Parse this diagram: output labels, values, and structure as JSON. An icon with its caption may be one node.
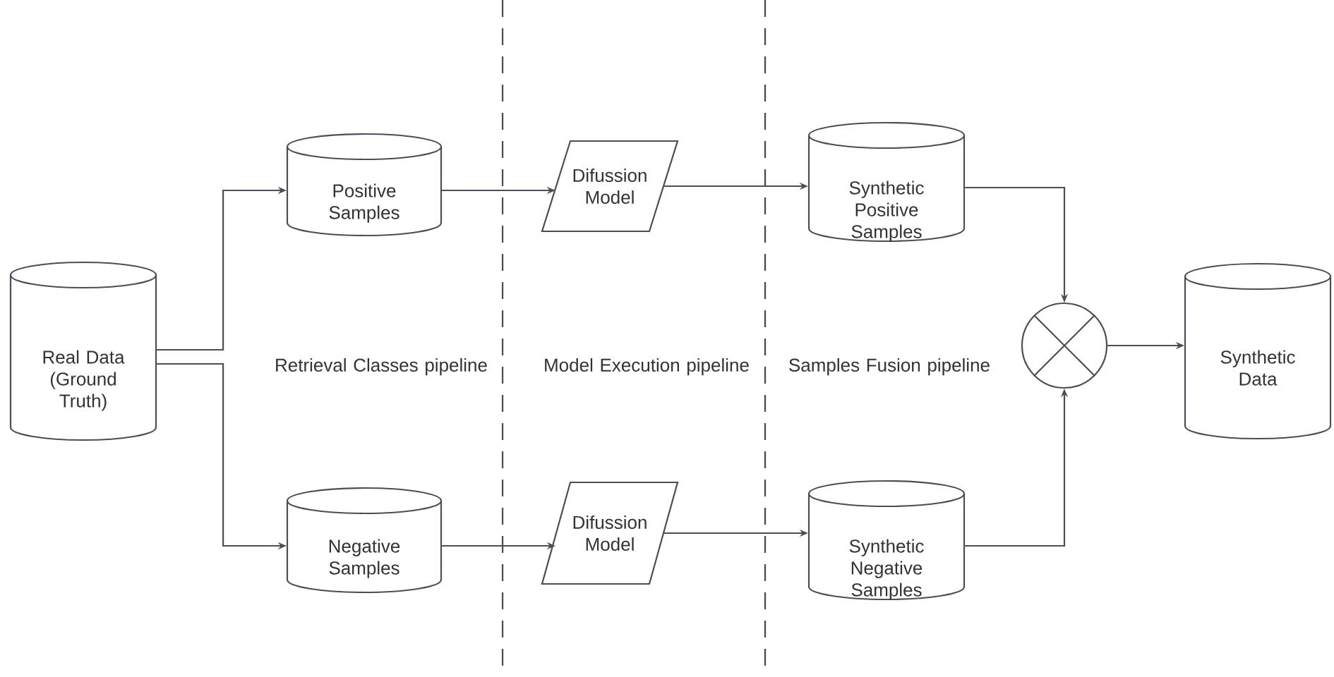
{
  "diagram": {
    "nodes": [
      {
        "text": [
          "Real Data (Ground Truth)"
        ]
      },
      {
        "text": [
          "Positive Samples"
        ]
      },
      {
        "text": [
          "Negative Samples"
        ]
      },
      {
        "text": [
          "Difussion Model"
        ]
      },
      {
        "text": [
          "Difussion Model"
        ]
      },
      {
        "text": [
          "Synthetic Positive Samples"
        ]
      },
      {
        "text": [
          "Synthetic Negative Samples"
        ]
      },
      {
        "text": [],
        "shape": "circle"
      },
      {
        "text": [
          "Synthetic Data"
        ]
      }
    ],
    "edges": [
      {
        "from": 0,
        "to": 1,
        "arrow": "to"
      },
      {
        "from": 0,
        "to": 2,
        "arrow": "to"
      },
      {
        "from": 1,
        "to": 3,
        "arrow": "to"
      },
      {
        "from": 2,
        "to": 4,
        "arrow": "to"
      },
      {
        "from": 3,
        "to": 5,
        "arrow": "to"
      },
      {
        "from": 4,
        "to": 6,
        "arrow": "to"
      },
      {
        "from": 5,
        "to": 7,
        "arrow": "to"
      },
      {
        "from": 6,
        "to": 7,
        "arrow": "to"
      },
      {
        "from": 7,
        "to": 8,
        "arrow": "to"
      }
    ],
    "labels": [
      "Retrieval Classes pipeline",
      "Model Execution pipeline",
      "Samples Fusion pipeline"
    ]
  }
}
